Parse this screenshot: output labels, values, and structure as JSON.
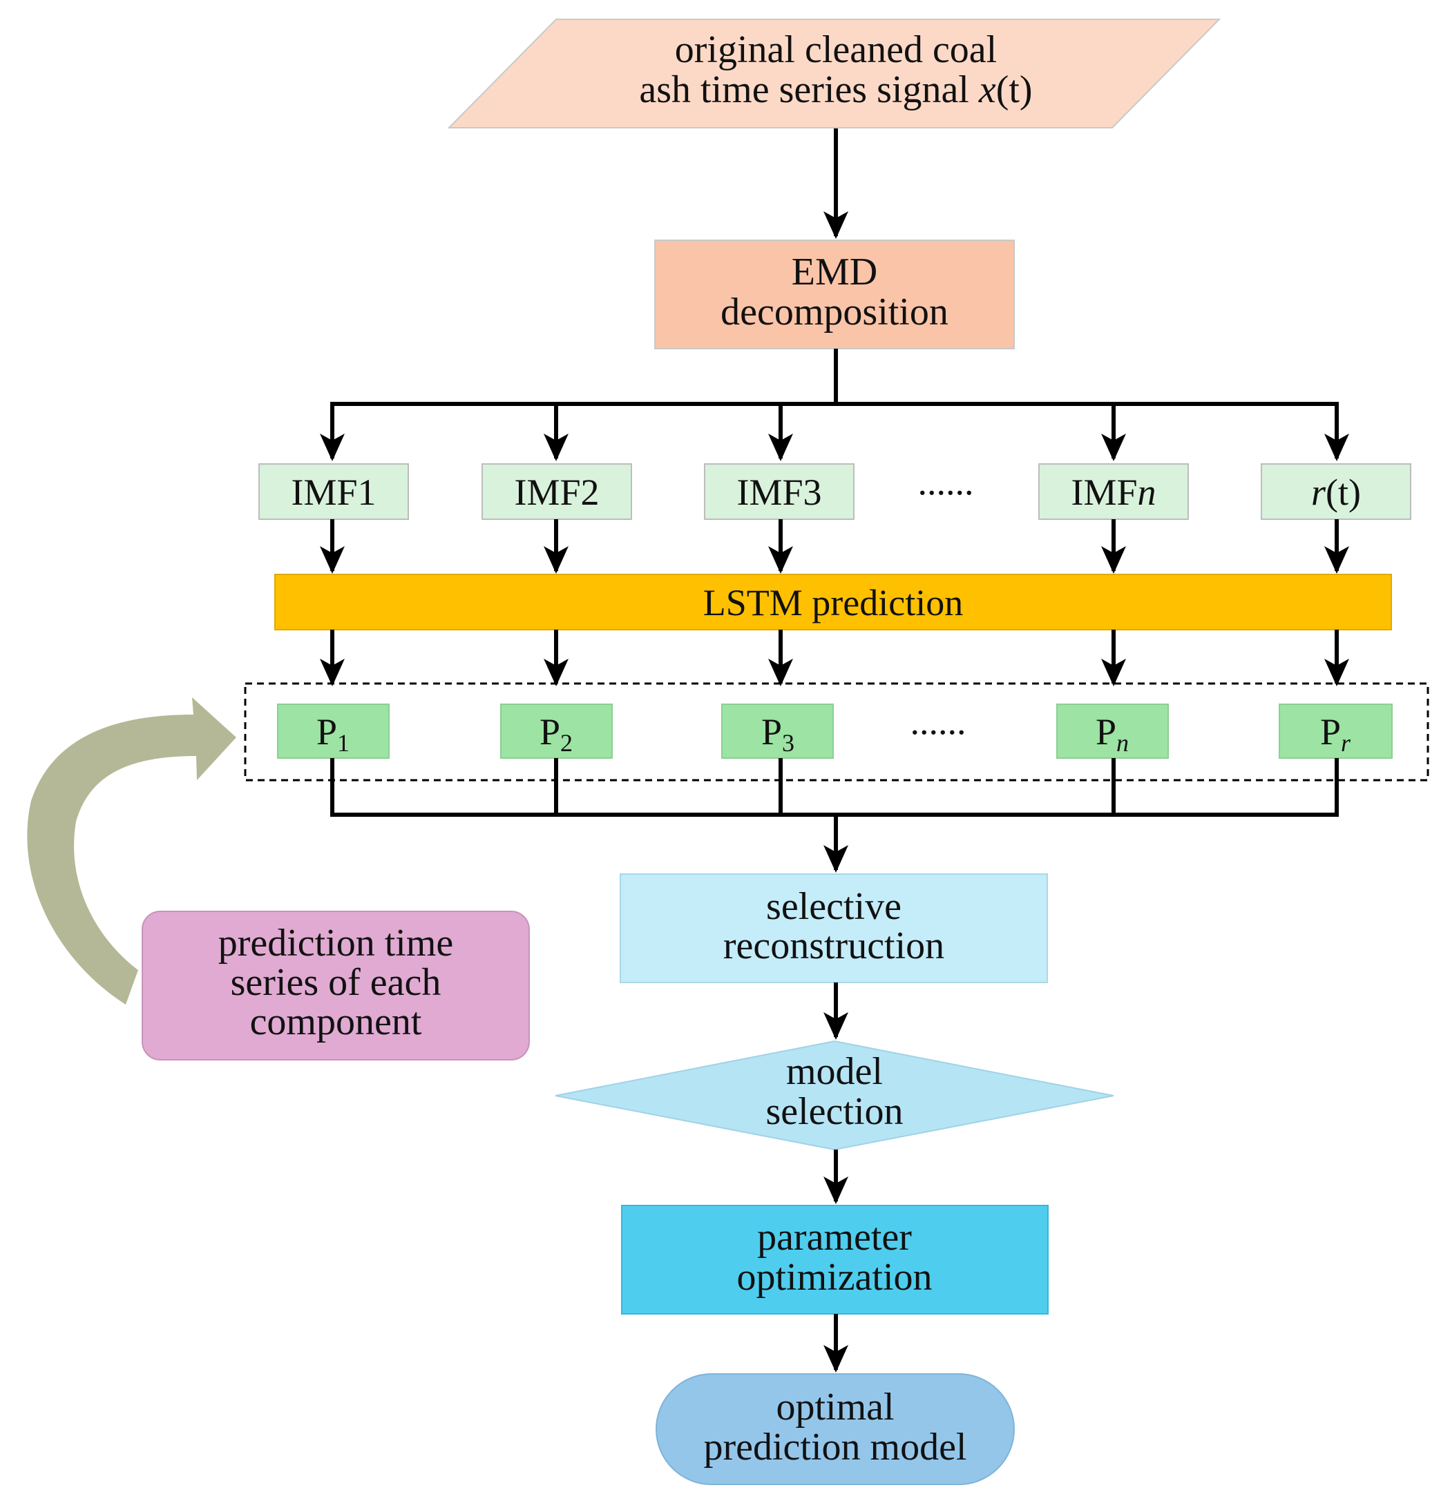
{
  "colors": {
    "input": "#fcd9c7",
    "emd": "#f9c4a8",
    "imf": "#d9f2dc",
    "lstm": "#ffc000",
    "pred": "#9de3a3",
    "reconstruction": "#c4ecf9",
    "selection": "#b5e4f5",
    "optimization": "#4fcdee",
    "optimal": "#94c6ea",
    "note": "#e0aad2",
    "curved_arrow": "#b5b896"
  },
  "nodes": {
    "input": {
      "line1": "original cleaned  coal",
      "line2": "ash time series signal ",
      "var": "x",
      "paren": "(t)"
    },
    "emd": {
      "line1": "EMD",
      "line2": "decomposition"
    },
    "imfs": [
      {
        "label": "IMF1"
      },
      {
        "label": "IMF2"
      },
      {
        "label": "IMF3"
      },
      {
        "label": "IMF",
        "italic": "n"
      },
      {
        "label": "(t)",
        "italic": "r"
      }
    ],
    "ellipsis_top": "......",
    "lstm": "LSTM prediction",
    "preds": [
      {
        "base": "P",
        "sub": "1"
      },
      {
        "base": "P",
        "sub": "2"
      },
      {
        "base": "P",
        "sub": "3"
      },
      {
        "base": "P",
        "sub": "n"
      },
      {
        "base": "P",
        "sub": "r"
      }
    ],
    "ellipsis_bottom": "......",
    "reconstruction": {
      "line1": "selective",
      "line2": "reconstruction"
    },
    "selection": {
      "line1": "model",
      "line2": "selection"
    },
    "optimization": {
      "line1": "parameter",
      "line2": "optimization"
    },
    "optimal": {
      "line1": "optimal",
      "line2": "prediction  model"
    },
    "note": {
      "line1": "prediction  time",
      "line2": "series  of each",
      "line3": "component"
    }
  }
}
